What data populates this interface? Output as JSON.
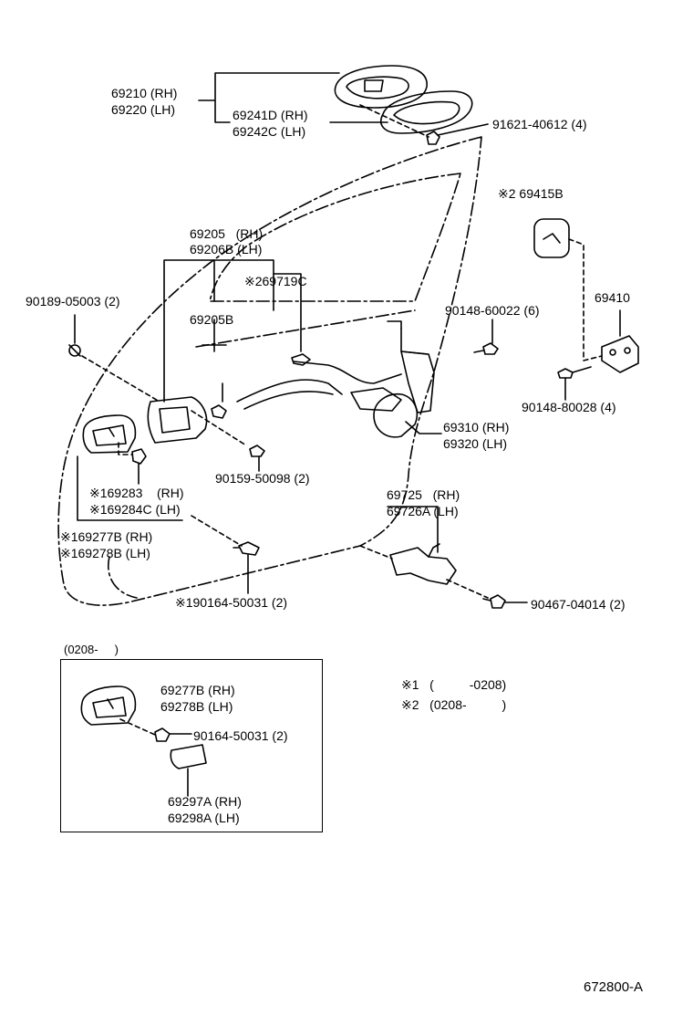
{
  "labels": {
    "p69210": "69210 (RH)",
    "p69220": "69220 (LH)",
    "p69241d": "69241D (RH)",
    "p69242c": "69242C (LH)",
    "p91621": "91621-40612 (4)",
    "p69415b": "※2 69415B",
    "p69205": "69205   (RH)",
    "p69206b": "69206B (LH)",
    "p69719c": "※269719C",
    "p90189": "90189-05003 (2)",
    "p69205b": "69205B",
    "p90148_60022": "90148-60022 (6)",
    "p69410": "69410",
    "p90148_80028": "90148-80028 (4)",
    "p69310": "69310 (RH)",
    "p69320": "69320 (LH)",
    "p90159": "90159-50098 (2)",
    "p169283": "※169283    (RH)",
    "p169284c": "※169284C (LH)",
    "p69725": "69725   (RH)",
    "p69726a": "69726A (LH)",
    "p169277b": "※169277B (RH)",
    "p169278b": "※169278B (LH)",
    "p190164": "※190164-50031 (2)",
    "p90467": "90467-04014 (2)",
    "inset_title": "(0208-     )",
    "inset_69277b": "69277B (RH)",
    "inset_69278b": "69278B (LH)",
    "inset_90164": "90164-50031 (2)",
    "inset_69297a": "69297A (RH)",
    "inset_69298a": "69298A (LH)",
    "note1": "※1   (          -0208)",
    "note2": "※2   (0208-          )",
    "drawing_number": "672800-A"
  }
}
